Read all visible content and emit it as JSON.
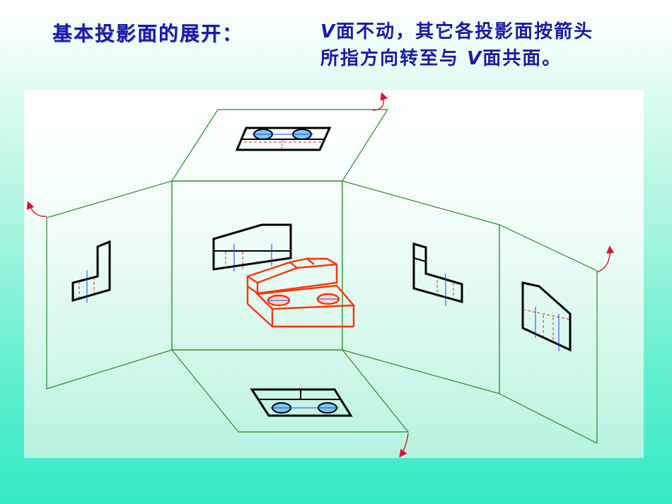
{
  "title": "基本投影面的展开：",
  "description": {
    "line1_v": "V",
    "line1_rest": "面不动，其它各投影面按箭头",
    "line2_pre": "所指方向转至与",
    "line2_v": "V",
    "line2_rest": "面共面。"
  },
  "colors": {
    "title_text": "#1a1aa8",
    "plane_lines": "#2a8a2a",
    "view_outline": "#000000",
    "hidden_lines": "#e02020",
    "center_lines": "#1e3cff",
    "object_3d": "#ff3300",
    "arrows": "#e01030"
  }
}
